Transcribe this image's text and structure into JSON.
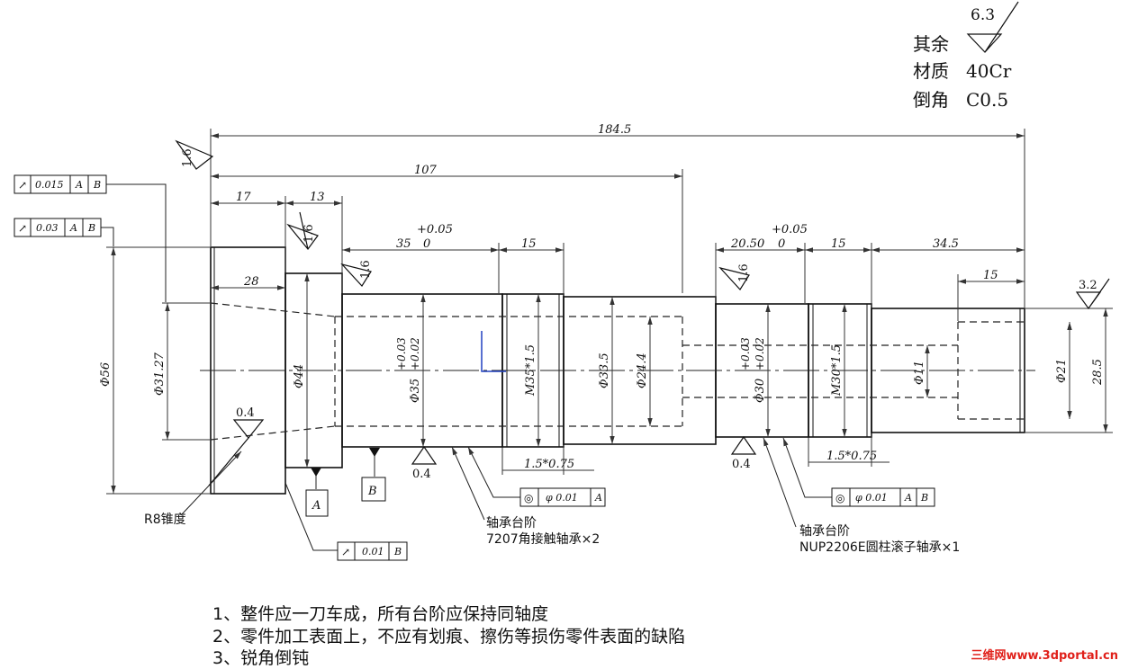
{
  "header": {
    "surface_finish_rest": "6.3",
    "rest_label": "其余",
    "material_label": "材质",
    "material_value": "40Cr",
    "chamfer_label": "倒角",
    "chamfer_value": "C0.5"
  },
  "dimensions": {
    "overall": "184.5",
    "d107": "107",
    "d17": "17",
    "d13": "13",
    "d28": "28",
    "d35": "35",
    "tol_top_a": "+0.05",
    "tol_bottom_a": "0",
    "d15a": "15",
    "d20_50": "20.50",
    "tol_top_b": "+0.05",
    "tol_bottom_b": "0",
    "d15b": "15",
    "d34_5": "34.5",
    "d15c": "15",
    "dia56": "Φ56",
    "dia31_27": "Φ31.27",
    "dia44": "Φ44",
    "dia35": "Φ35",
    "tol_35_top": "+0.03",
    "tol_35_bottom": "+0.02",
    "m35": "M35*1.5",
    "dia33_5": "Φ33.5",
    "dia24_4": "Φ24.4",
    "dia30": "Φ30",
    "tol_30_top": "+0.03",
    "tol_30_bottom": "+0.02",
    "m30": "M30*1.5",
    "dia11": "Φ11",
    "dia21": "Φ21",
    "d28_5": "28.5",
    "thread_a": "1.5*0.75",
    "thread_b": "1.5*0.75"
  },
  "roughness": {
    "r1": "1.6",
    "r2": "1.6",
    "r3": "1.6",
    "r4": "1.6",
    "r5": "0.4",
    "r6": "0.4",
    "r7": "0.4",
    "r8": "3.2"
  },
  "gdt": {
    "frame1": {
      "sym": "↗",
      "value": "0.015",
      "ref1": "A",
      "ref2": "B"
    },
    "frame2": {
      "sym": "↗",
      "value": "0.03",
      "ref1": "A",
      "ref2": "B"
    },
    "frame3": {
      "sym": "↗",
      "value": "0.01",
      "ref1": "B"
    },
    "frame4": {
      "sym": "◎",
      "value": "φ 0.01",
      "ref1": "A"
    },
    "frame5": {
      "sym": "◎",
      "value": "φ 0.01",
      "ref1": "A",
      "ref2": "B"
    }
  },
  "datums": {
    "a": "A",
    "b": "B"
  },
  "labels": {
    "taper": "R8锥度",
    "bearing_a_title": "轴承台阶",
    "bearing_a_desc": "7207角接触轴承×2",
    "bearing_b_title": "轴承台阶",
    "bearing_b_desc": "NUP2206E圆柱滚子轴承×1"
  },
  "notes": [
    "1、整件应一刀车成，所有台阶应保持同轴度",
    "2、零件加工表面上，不应有划痕、擦伤等损伤零件表面的缺陷",
    "3、锐角倒钝"
  ],
  "watermark": "三维网www.3dportal.cn"
}
